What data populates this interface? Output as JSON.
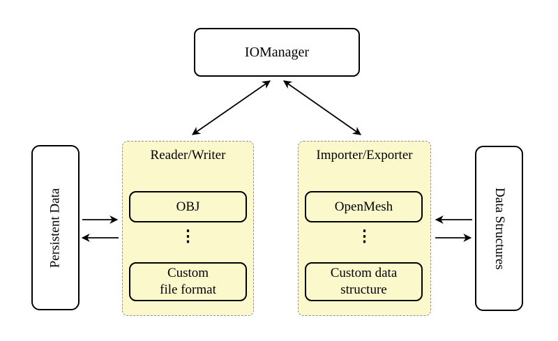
{
  "diagram": {
    "iomanager": {
      "label": "IOManager"
    },
    "reader_writer": {
      "title": "Reader/Writer",
      "items": [
        {
          "label": "OBJ"
        },
        {
          "label": "⋮"
        },
        {
          "label": "Custom\nfile format"
        }
      ]
    },
    "importer_exporter": {
      "title": "Importer/Exporter",
      "items": [
        {
          "label": "OpenMesh"
        },
        {
          "label": "⋮"
        },
        {
          "label": "Custom data\nstructure"
        }
      ]
    },
    "persistent_data": {
      "label": "Persistent Data"
    },
    "data_structures": {
      "label": "Data Structures"
    },
    "colors": {
      "background": "#FFFFFF",
      "group_fill": "#FBF8CC",
      "group_border": "#8F8F8F",
      "node_fill": "#FFFFFF",
      "node_border": "#000000",
      "arrow": "#000000"
    }
  }
}
